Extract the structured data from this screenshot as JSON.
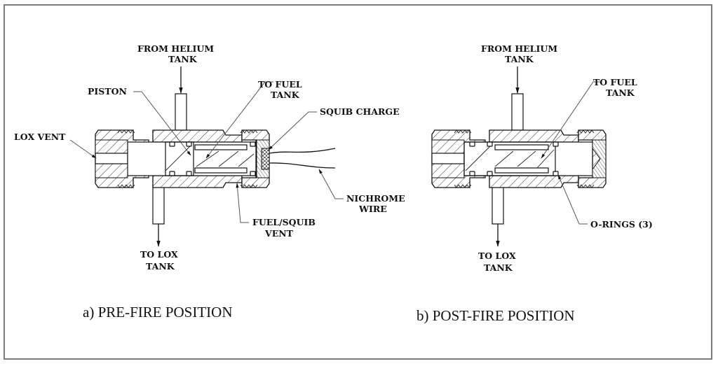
{
  "figure": {
    "panel_a": {
      "caption": "a) PRE-FIRE POSITION",
      "labels": {
        "from_helium_line1": "FROM HELIUM",
        "from_helium_line2": "TANK",
        "piston": "PISTON",
        "to_fuel_line1": "TO FUEL",
        "to_fuel_line2": "TANK",
        "squib_charge": "SQUIB CHARGE",
        "lox_vent": "LOX VENT",
        "nichrome_line1": "NICHROME",
        "nichrome_line2": "WIRE",
        "fuel_squib_line1": "FUEL/SQUIB",
        "fuel_squib_line2": "VENT",
        "to_lox_line1": "TO LOX",
        "to_lox_line2": "TANK"
      }
    },
    "panel_b": {
      "caption": "b) POST-FIRE POSITION",
      "labels": {
        "from_helium_line1": "FROM HELIUM",
        "from_helium_line2": "TANK",
        "to_fuel_line1": "TO FUEL",
        "to_fuel_line2": "TANK",
        "o_rings": "O-RINGS (3)",
        "to_lox_line1": "TO LOX",
        "to_lox_line2": "TANK"
      }
    }
  }
}
